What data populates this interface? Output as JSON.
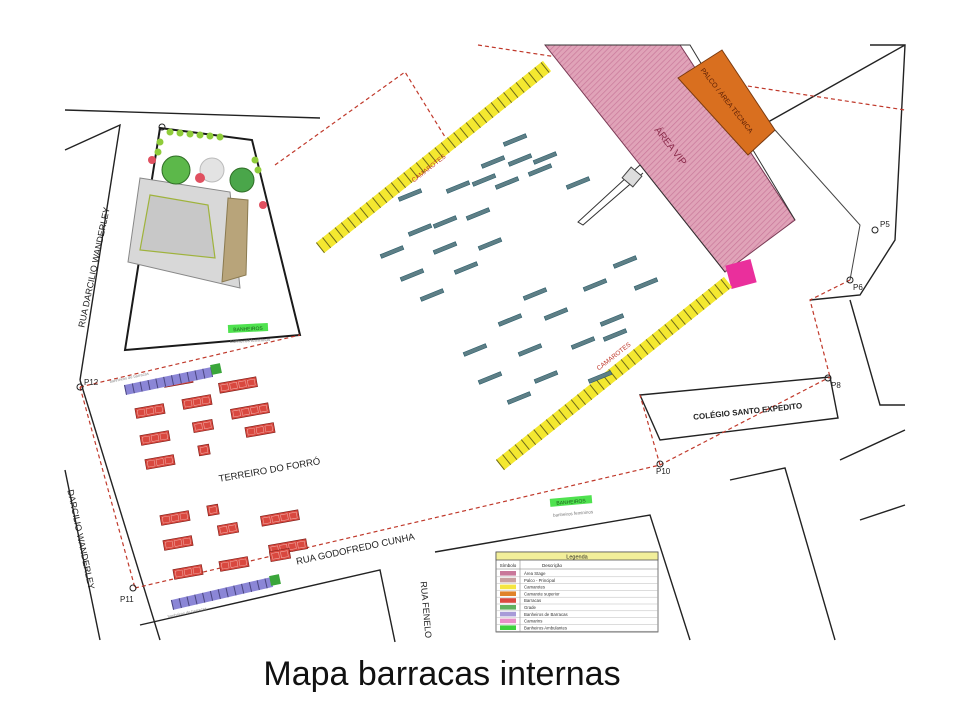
{
  "slide": {
    "caption": "Mapa barracas internas"
  },
  "map": {
    "labels": {
      "area_vip": "ÁREA VIP",
      "palco": "PALCO / ÁREA TÉCNICA",
      "camarotes_top": "CAMAROTES",
      "camarotes_bottom": "CAMAROTES",
      "terreiro": "TERREIRO DO FORRÓ",
      "rua_godofredo": "RUA GODOFREDO CUNHA",
      "rua_darcilio_top": "RUA DARCILIO WANDERLEY",
      "rua_darcilio_bottom": "DARCILIO WANDERLEY",
      "rua_fenelo": "RUA FENELO",
      "colegio": "COLÉGIO SANTO EXPEDITO",
      "banheiros": "BANHEIROS",
      "banheiros_2": "BANHEIROS",
      "banheiros_sub": "banheiros femininos",
      "banheiros_sub_2": "banheiros femininos"
    },
    "points": [
      "P5",
      "P6",
      "P8",
      "P10",
      "P11",
      "P12"
    ],
    "legend": {
      "title": "Legenda",
      "header_symbol": "Símbolo",
      "header_desc": "Descrição",
      "items": [
        {
          "color": "#c9789a",
          "label": "Área Stage"
        },
        {
          "color": "#c9a0a0",
          "label": "Palco - Principal"
        },
        {
          "color": "#f5e642",
          "label": "Camarotes"
        },
        {
          "color": "#e0832b",
          "label": "Camarote superior"
        },
        {
          "color": "#d9483f",
          "label": "Barracas"
        },
        {
          "color": "#5fb05f",
          "label": "Grade"
        },
        {
          "color": "#a89bd8",
          "label": "Banheiros de Barracas"
        },
        {
          "color": "#e88fc7",
          "label": "Camarins"
        },
        {
          "color": "#3ed13e",
          "label": "Banheiros Ambulantes"
        }
      ]
    },
    "colors": {
      "vip": "#d88aa6",
      "palco": "#d96f1f",
      "camarote": "#f4e830",
      "barraca": "#d9483f",
      "boundary": "#c0392b",
      "banheiro": "#4fe24f",
      "banheiro_barraca": "#8b86d6",
      "magenta": "#ea2f9c"
    }
  }
}
